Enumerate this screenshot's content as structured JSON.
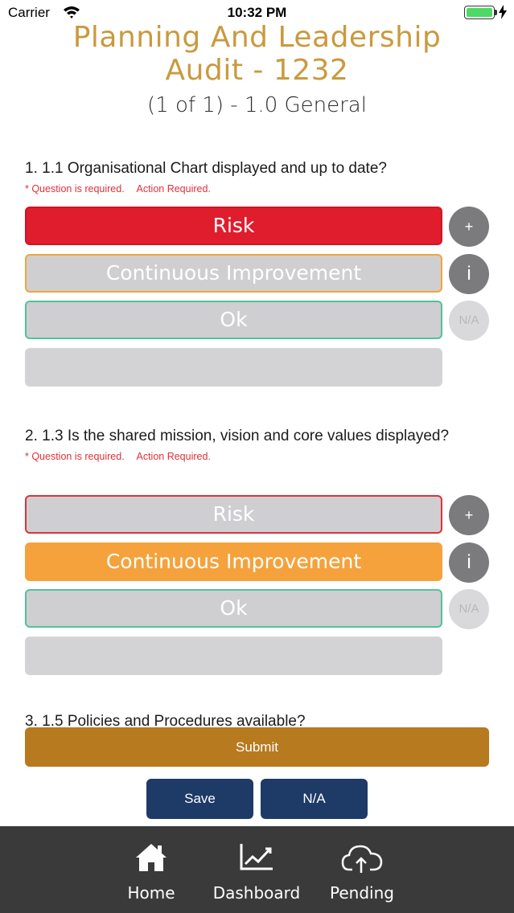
{
  "status_bar": {
    "carrier": "Carrier",
    "time": "10:32 PM",
    "battery_level": 1.0
  },
  "header": {
    "title": "Planning And Leadership Audit - 1232",
    "section": "(1 of 1) - 1.0 General"
  },
  "questions": [
    {
      "text": "1. 1.1 Organisational Chart displayed and up to date?",
      "required_text": "* Question is required.",
      "action_text": "Action Required.",
      "options": [
        "Risk",
        "Continuous Improvement",
        "Ok",
        ""
      ],
      "selected": "Risk",
      "side_buttons": [
        "+",
        "i",
        "N/A"
      ]
    },
    {
      "text": "2. 1.3 Is the shared mission, vision and core values displayed?",
      "required_text": "* Question is required.",
      "action_text": "Action Required.",
      "options": [
        "Risk",
        "Continuous Improvement",
        "Ok",
        ""
      ],
      "selected": "Continuous Improvement",
      "side_buttons": [
        "+",
        "i",
        "N/A"
      ]
    },
    {
      "text": "3. 1.5 Policies and Procedures available?"
    }
  ],
  "actions": {
    "submit": "Submit",
    "save": "Save",
    "na": "N/A"
  },
  "tab_bar": {
    "items": [
      {
        "label": "Home",
        "icon": "home-icon"
      },
      {
        "label": "Dashboard",
        "icon": "chart-line-icon"
      },
      {
        "label": "Pending",
        "icon": "cloud-upload-icon"
      }
    ]
  },
  "colors": {
    "title": "#c99a3e",
    "risk": "#e01d2d",
    "continuous_improvement": "#f5a23c",
    "ok": "#4fc49a",
    "submit": "#b77a1f",
    "secondary_button": "#1e3a66",
    "tab_bar": "#3b3a3a"
  }
}
